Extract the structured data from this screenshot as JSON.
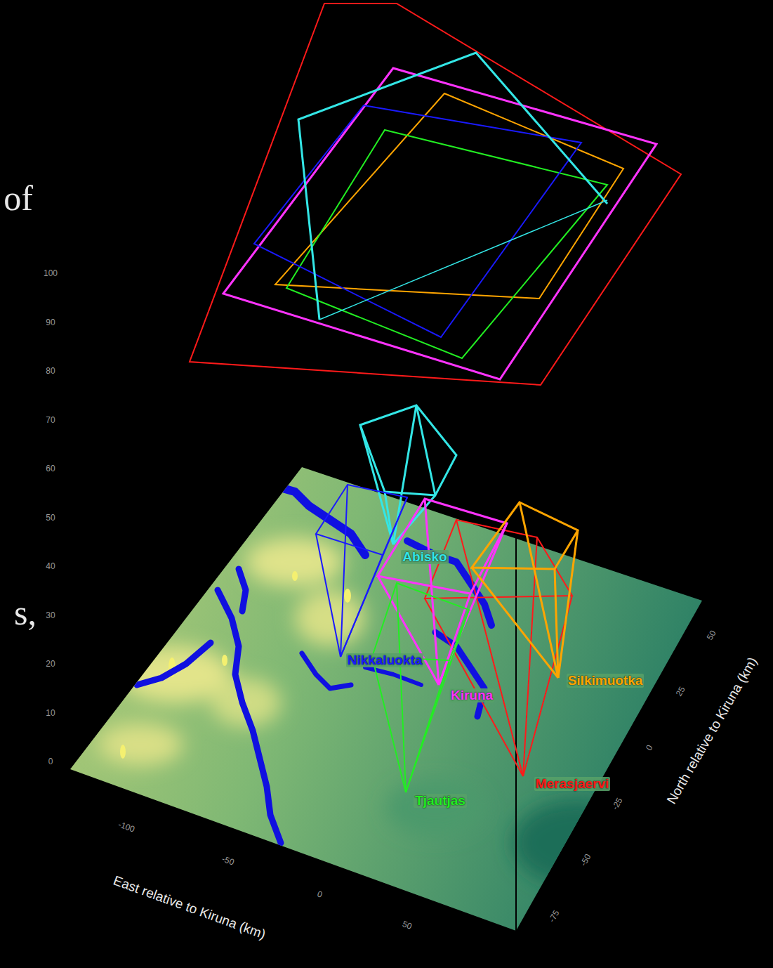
{
  "diagram": {
    "labels": [
      "of",
      "s,",
      "100",
      "90",
      "80",
      "70",
      "60",
      "50",
      "40",
      "30",
      "20",
      "10",
      "0",
      "-100",
      "-50",
      "0",
      "50",
      "50",
      "25",
      "0",
      "-25",
      "-50",
      "-75",
      "Abisko",
      "Nikkaluokta",
      "Kiruna",
      "Silkimuotka",
      "Tjautjas",
      "Merasjaervi",
      "East relative to Kiruna (km)",
      "North relative to Kiruna (km)"
    ]
  }
}
